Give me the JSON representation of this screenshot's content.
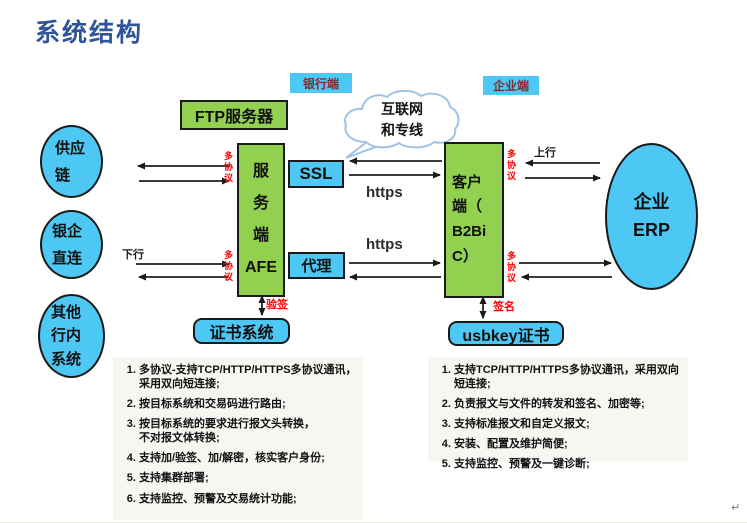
{
  "page": {
    "title": "系统结构",
    "return_mark": "↵"
  },
  "labels": {
    "bank_side": "银行端",
    "enterprise_side": "企业端",
    "down_link": "下行",
    "up_link": "上行",
    "https_top": "https",
    "https_bottom": "https",
    "multi_protocol": "多协议",
    "verify_sign": "验签",
    "sign": "签名"
  },
  "nodes": {
    "ftp_server": "FTP服务器",
    "cloud": "互联网\n和专线",
    "server_afe": "服\n务\n端\nAFE",
    "ssl": "SSL",
    "proxy": "代理",
    "client": "客户\n端（\nB2Bi\nC）",
    "erp": "企业\nERP",
    "supply_chain": "供应\n链",
    "bank_direct": "银企\n直连",
    "other_systems": "其他\n行内\n系统",
    "cert_system": "证书系统",
    "usbkey_cert": "usbkey证书"
  },
  "server_features": [
    "多协议-支持TCP/HTTP/HTTPS多协议通讯，采用双向短连接;",
    "按目标系统和交易码进行路由;",
    "按目标系统的要求进行报文头转换，\n不对报文体转换;",
    "支持加/验签、加/解密，核实客户身份;",
    "支持集群部署;",
    "支持监控、预警及交易统计功能;"
  ],
  "client_features": [
    "支持TCP/HTTP/HTTPS多协议通讯，采用双向短连接;",
    "负责报文与文件的转发和签名、加密等;",
    "支持标准报文和自定义报文;",
    "安装、配置及维护简便;",
    "支持监控、预警及一键诊断;"
  ],
  "colors": {
    "node_green": "#92D050",
    "node_cyan": "#4DC8F4",
    "accent_red": "#FF0000",
    "title_blue": "#2F5597",
    "side_label_text": "#7B3030",
    "cloud_stroke": "#9DC3E6"
  }
}
